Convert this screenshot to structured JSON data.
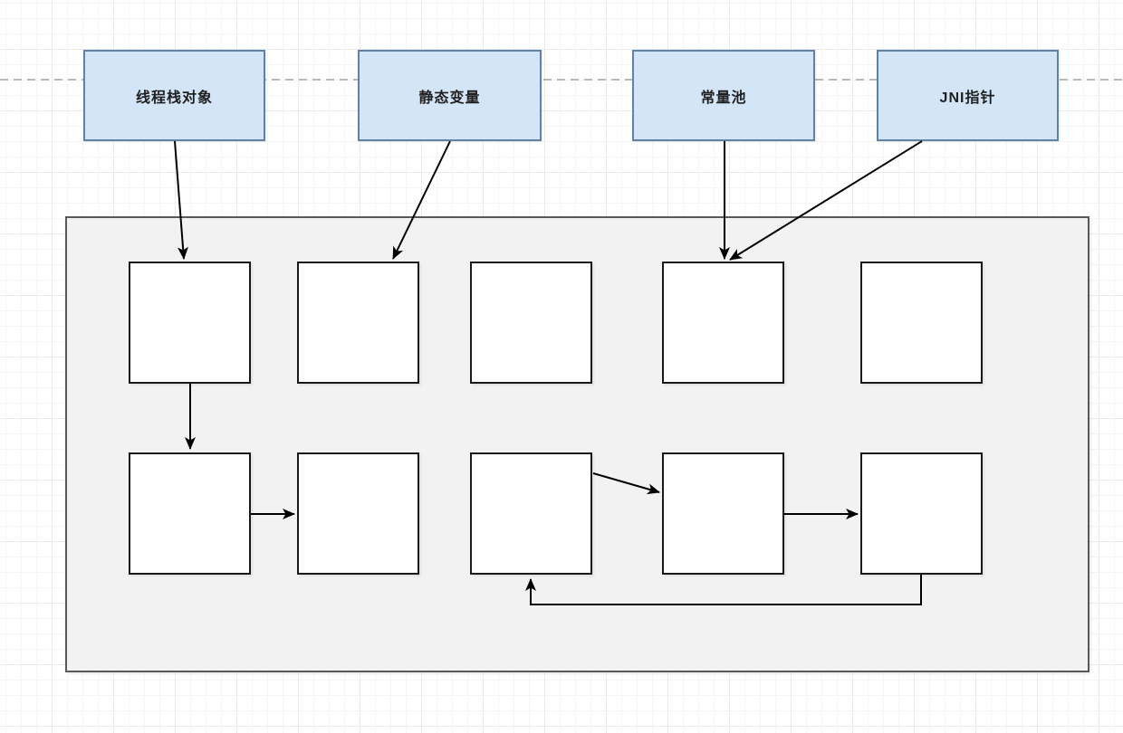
{
  "diagram": {
    "labels": {
      "thread_stack": "线程栈对象",
      "static_variable": "静态变量",
      "constant_pool": "常量池",
      "jni_pointer": "JNI指针"
    },
    "heap_grid": {
      "rows": 2,
      "cols": 5,
      "node_count": 10
    }
  },
  "colors": {
    "label_box_fill": "#d4e5f7",
    "label_box_border": "#5f82a6",
    "container_fill": "#f2f2f2",
    "container_border": "#595959",
    "node_fill": "#ffffff",
    "node_border": "#1a1a1a",
    "arrow": "#000000",
    "guide_line": "#a3a3a3",
    "text": "#1f1f1f"
  }
}
